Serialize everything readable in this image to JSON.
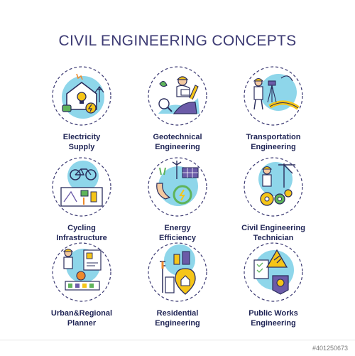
{
  "title": "CIVIL ENGINEERING CONCEPTS",
  "colors": {
    "title": "#3c3a73",
    "label": "#1f2455",
    "circle_fill": "#8ed6ea",
    "dash": "#3c3a73",
    "accent_yellow": "#f5c518",
    "accent_orange": "#ee8a2c",
    "accent_green": "#5fb45a",
    "accent_purple": "#6b5ba8",
    "outline": "#2a2d5c"
  },
  "items": [
    {
      "line1": "Electricity",
      "line2": "Supply",
      "icon": "electricity-supply-icon"
    },
    {
      "line1": "Geotechnical",
      "line2": "Engineering",
      "icon": "geotechnical-engineering-icon"
    },
    {
      "line1": "Transportation",
      "line2": "Engineering",
      "icon": "transportation-engineering-icon"
    },
    {
      "line1": "Cycling",
      "line2": "Infrastructure",
      "icon": "cycling-infrastructure-icon"
    },
    {
      "line1": "Energy",
      "line2": "Efficiency",
      "icon": "energy-efficiency-icon"
    },
    {
      "line1": "Civil Engineering",
      "line2": "Technician",
      "icon": "civil-engineering-technician-icon"
    },
    {
      "line1": "Urban&Regional",
      "line2": "Planner",
      "icon": "urban-regional-planner-icon"
    },
    {
      "line1": "Residential",
      "line2": "Engineering",
      "icon": "residential-engineering-icon"
    },
    {
      "line1": "Public Works",
      "line2": "Engineering",
      "icon": "public-works-engineering-icon"
    }
  ],
  "footer": {
    "id": "#401250673"
  }
}
